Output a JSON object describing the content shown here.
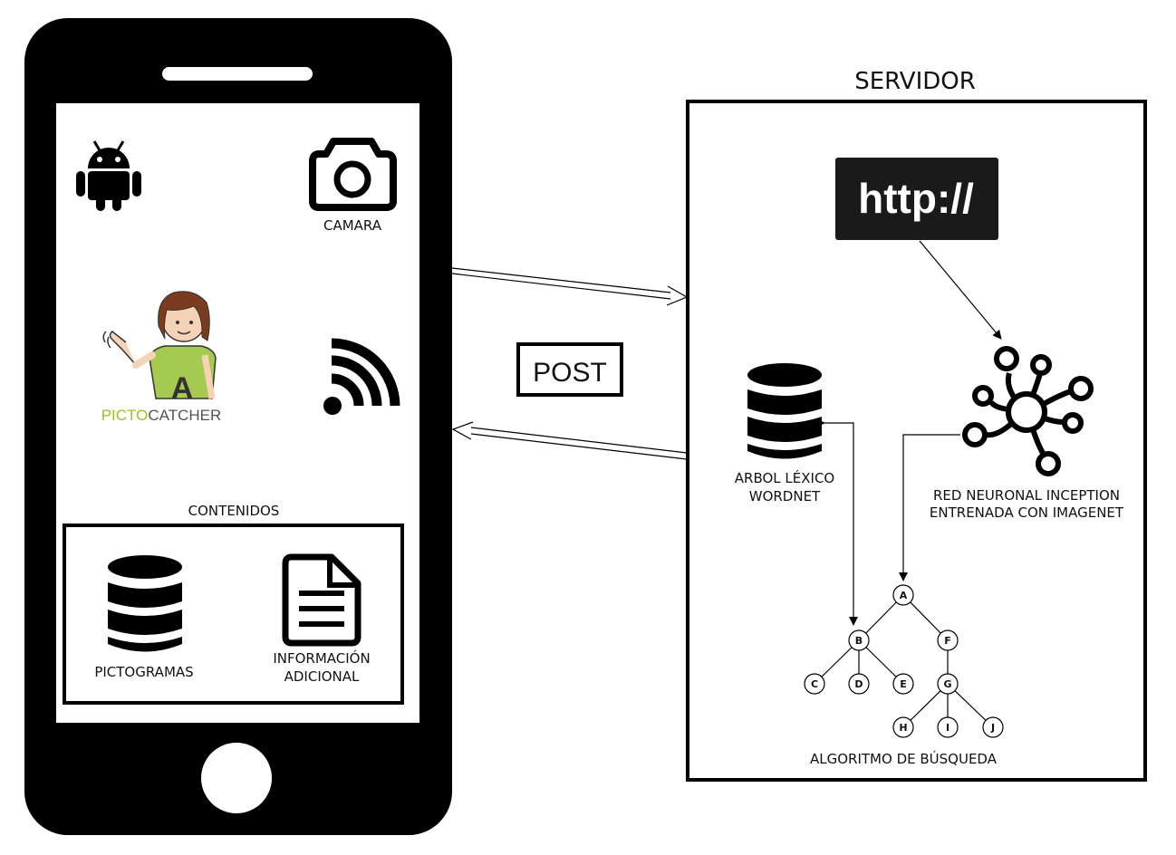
{
  "phone": {
    "camera_label": "CAMARA",
    "logo": {
      "part1": "PICTO",
      "part2": "CATCHER",
      "badge_letter": "A",
      "part1_color": "#9cc21e",
      "part2_color": "#555555"
    },
    "contents_title": "CONTENIDOS",
    "pictograms_label": "PICTOGRAMAS",
    "extra_info_label_line1": "INFORMACIÓN",
    "extra_info_label_line2": "ADICIONAL",
    "icons": [
      "android-icon",
      "camera-icon",
      "wifi-signal-icon",
      "database-icon",
      "document-icon"
    ]
  },
  "connection": {
    "method_label": "POST"
  },
  "server": {
    "title": "SERVIDOR",
    "http_label": "http://",
    "lexical_tree_line1": "ARBOL LÉXICO",
    "lexical_tree_line2": "WORDNET",
    "network_line1": "RED NEURONAL INCEPTION",
    "network_line2": "ENTRENADA CON IMAGENET",
    "search_label": "ALGORITMO DE BÚSQUEDA",
    "tree_nodes": [
      "A",
      "B",
      "F",
      "C",
      "D",
      "E",
      "G",
      "H",
      "I",
      "J"
    ]
  },
  "colors": {
    "ink": "#000000",
    "screen": "#ffffff",
    "shirt": "#a6c94f",
    "hair": "#7a3b1e"
  }
}
